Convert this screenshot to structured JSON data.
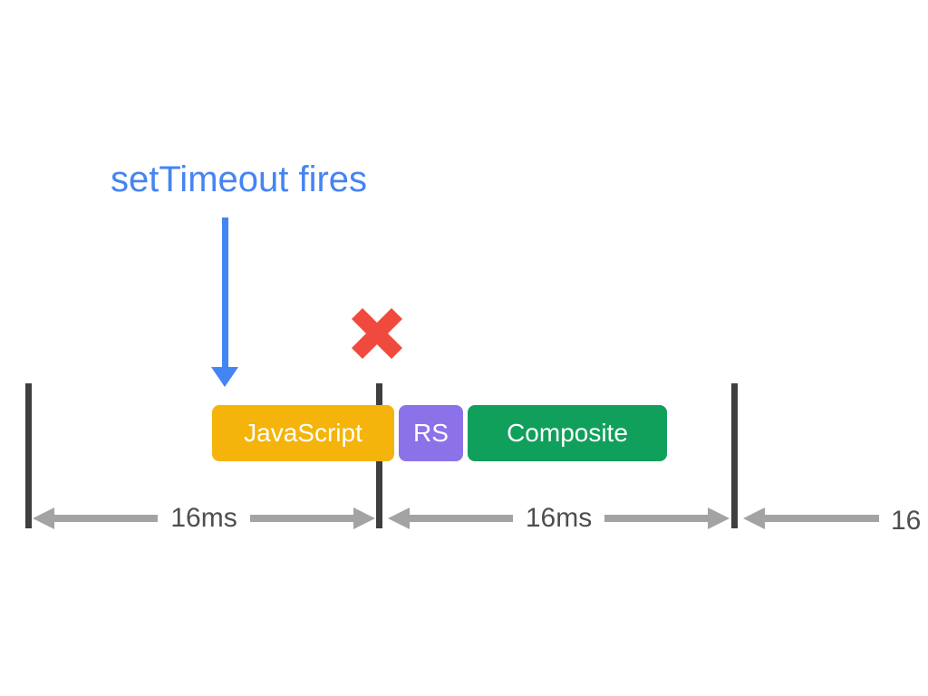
{
  "colors": {
    "annotation_blue": "#4584F3",
    "cancel_red": "#EF4A3D",
    "frame_bar_gray": "#3D3F41",
    "arrow_gray": "#A3A3A3",
    "label_gray": "#4E4E4E",
    "task_javascript_yellow": "#F4B40B",
    "task_rs_purple": "#8C72E8",
    "task_composite_green": "#10A05C",
    "task_text_white": "#FFFFFF"
  },
  "annotation": {
    "label": "setTimeout fires"
  },
  "icons": {
    "pointer": "down-arrow-icon",
    "cancel": "x-mark-icon"
  },
  "frame_boundary_count": 3,
  "tasks": [
    {
      "label": "JavaScript"
    },
    {
      "label": "RS"
    },
    {
      "label": "Composite"
    }
  ],
  "intervals": [
    {
      "label": "16ms"
    },
    {
      "label": "16ms"
    },
    {
      "label": "16"
    }
  ]
}
